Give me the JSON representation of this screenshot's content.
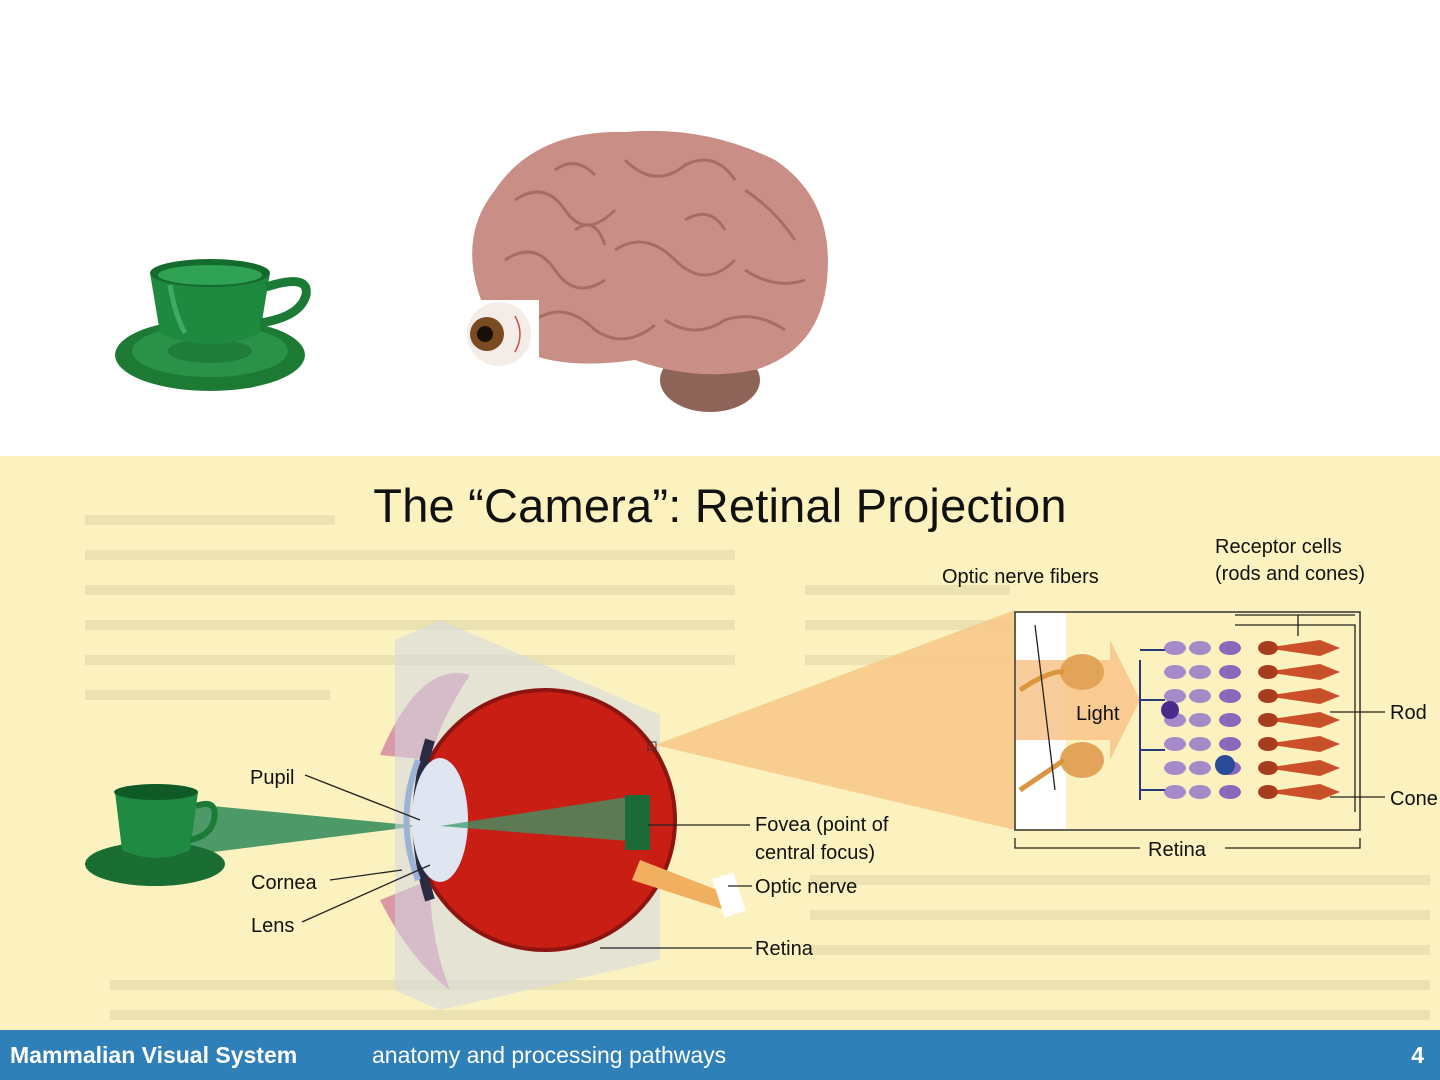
{
  "slide": {
    "title": "The “Camera”: Retinal Projection",
    "page_number": "4"
  },
  "footer": {
    "course": "Mammalian Visual System",
    "subtitle": "anatomy and processing pathways"
  },
  "eye_diagram": {
    "labels": {
      "pupil": "Pupil",
      "cornea": "Cornea",
      "lens": "Lens",
      "fovea_line1": "Fovea (point of",
      "fovea_line2": "central focus)",
      "optic_nerve": "Optic nerve",
      "retina": "Retina"
    }
  },
  "retina_detail": {
    "labels": {
      "optic_nerve_fibers": "Optic nerve fibers",
      "receptor_line1": "Receptor cells",
      "receptor_line2": "(rods and cones)",
      "light": "Light",
      "rod": "Rod",
      "cone": "Cone",
      "retina": "Retina"
    }
  },
  "colors": {
    "footer_bg": "#2f7fb8",
    "panel_bg": "#fbf2bf",
    "eyeball": "#c81e14",
    "cup_green": "#1f7a3a",
    "brain": "#c98f86"
  }
}
